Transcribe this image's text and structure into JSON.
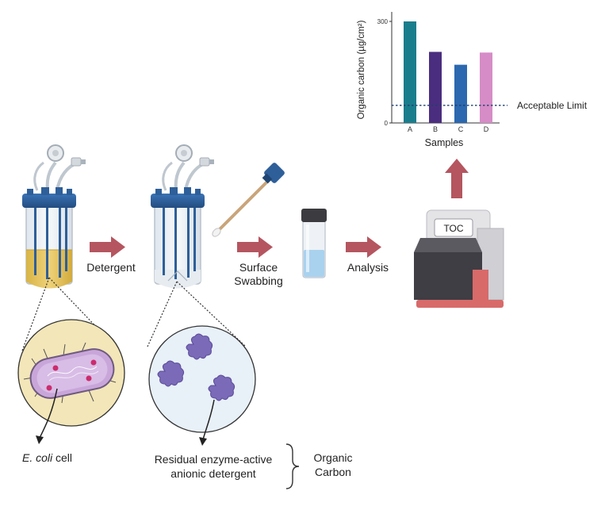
{
  "colors": {
    "arrow": "#b5555f",
    "bioreactor_cap": "#2e5f99",
    "culture_liquid": "#e6c560",
    "cell_circle_bg": "#f3e6b8",
    "detergent_circle_bg": "#e8f0f8",
    "enzyme": "#7a6ab8",
    "ecoli_body": "#c9a6d9",
    "toc_body": "#e8e8ea",
    "toc_screen": "#444448",
    "toc_base": "#d86a6a"
  },
  "icons": [
    "bioreactor-icon",
    "swab-icon",
    "vial-icon",
    "toc-analyzer-icon",
    "ecoli-icon",
    "enzyme-molecule-icon"
  ],
  "steps": {
    "detergent": "Detergent",
    "swabbing_line1": "Surface",
    "swabbing_line2": "Swabbing",
    "analysis": "Analysis"
  },
  "toc_label": "TOC",
  "ecoli_label_italic": "E. coli",
  "ecoli_label_rest": " cell",
  "residual_line1": "Residual enzyme-active",
  "residual_line2": "anionic detergent",
  "organic_line1": "Organic",
  "organic_line2": "Carbon",
  "chart_data": {
    "type": "bar",
    "categories": [
      "A",
      "B",
      "C",
      "D"
    ],
    "values": [
      300,
      210,
      172,
      208
    ],
    "colors": [
      "#1a7d8c",
      "#4b2d7f",
      "#2b68b0",
      "#d68cc7"
    ],
    "xlabel": "Samples",
    "ylabel": "Organic carbon (µg/cm²)",
    "ylim": [
      0,
      300
    ],
    "yticks": [
      0,
      300
    ],
    "threshold": {
      "value": 52,
      "label": "Acceptable Limit"
    },
    "grid": false
  }
}
